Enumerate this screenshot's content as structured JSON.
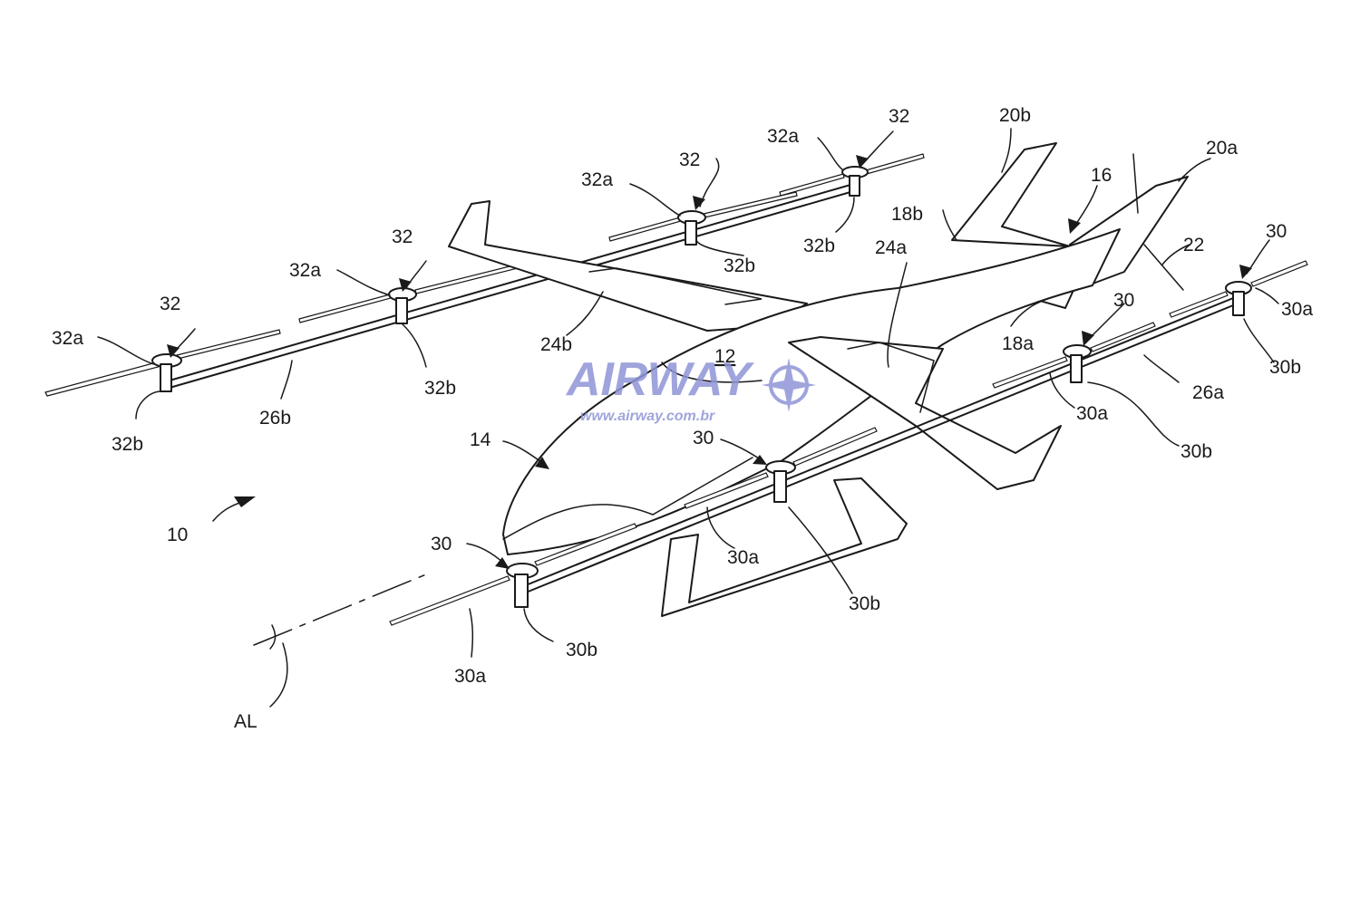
{
  "watermark": {
    "brand": "AIRWAY",
    "url": "www.airway.com.br",
    "color": "#8f95d6"
  },
  "labels": {
    "aircraft": "10",
    "fuselage": "12",
    "cockpit": "14",
    "tail": "16",
    "vstab_a": "18a",
    "vstab_b": "18b",
    "hstab_a": "20a",
    "hstab_b": "20b",
    "pusher": "22",
    "wing_a": "24a",
    "wing_b": "24b",
    "boom_a": "26a",
    "boom_b": "26b",
    "rotor_a": "30",
    "blade_a": "30a",
    "hub_a": "30b",
    "rotor_b": "32",
    "blade_b": "32a",
    "hub_b": "32b",
    "axis": "AL"
  }
}
